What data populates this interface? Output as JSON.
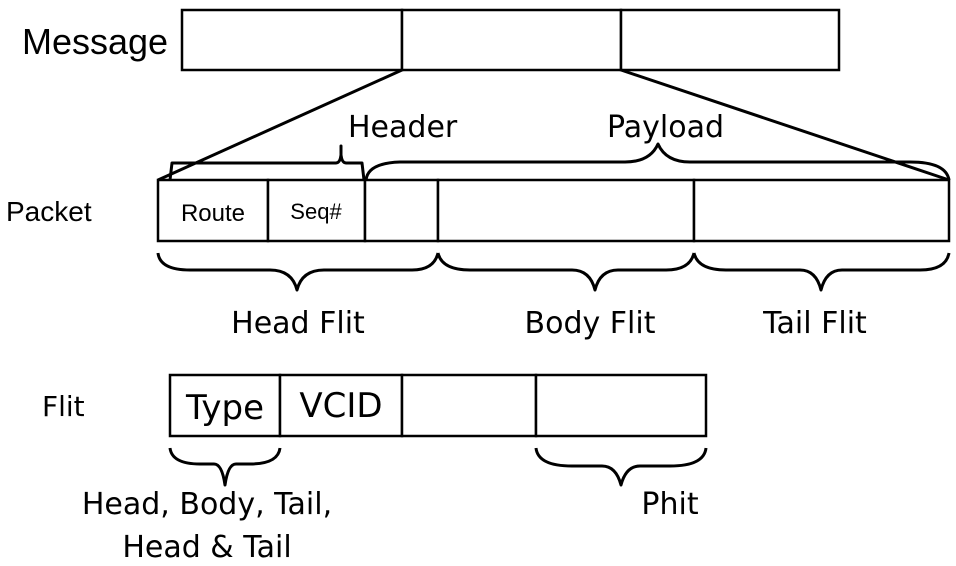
{
  "diagram": {
    "message": {
      "label": "Message",
      "segments": 3
    },
    "packet": {
      "label": "Packet",
      "fields": [
        "Route",
        "Seq#",
        "",
        "",
        ""
      ],
      "header_label": "Header",
      "payload_label": "Payload",
      "flit_groups": [
        "Head Flit",
        "Body Flit",
        "Tail Flit"
      ]
    },
    "flit": {
      "label": "Flit",
      "fields": [
        "Type",
        "VCID",
        "",
        ""
      ],
      "type_values_line1": "Head, Body, Tail,",
      "type_values_line2": "Head & Tail",
      "phit_label": "Phit"
    },
    "colors": {
      "stroke": "#000000",
      "background": "#ffffff"
    }
  }
}
